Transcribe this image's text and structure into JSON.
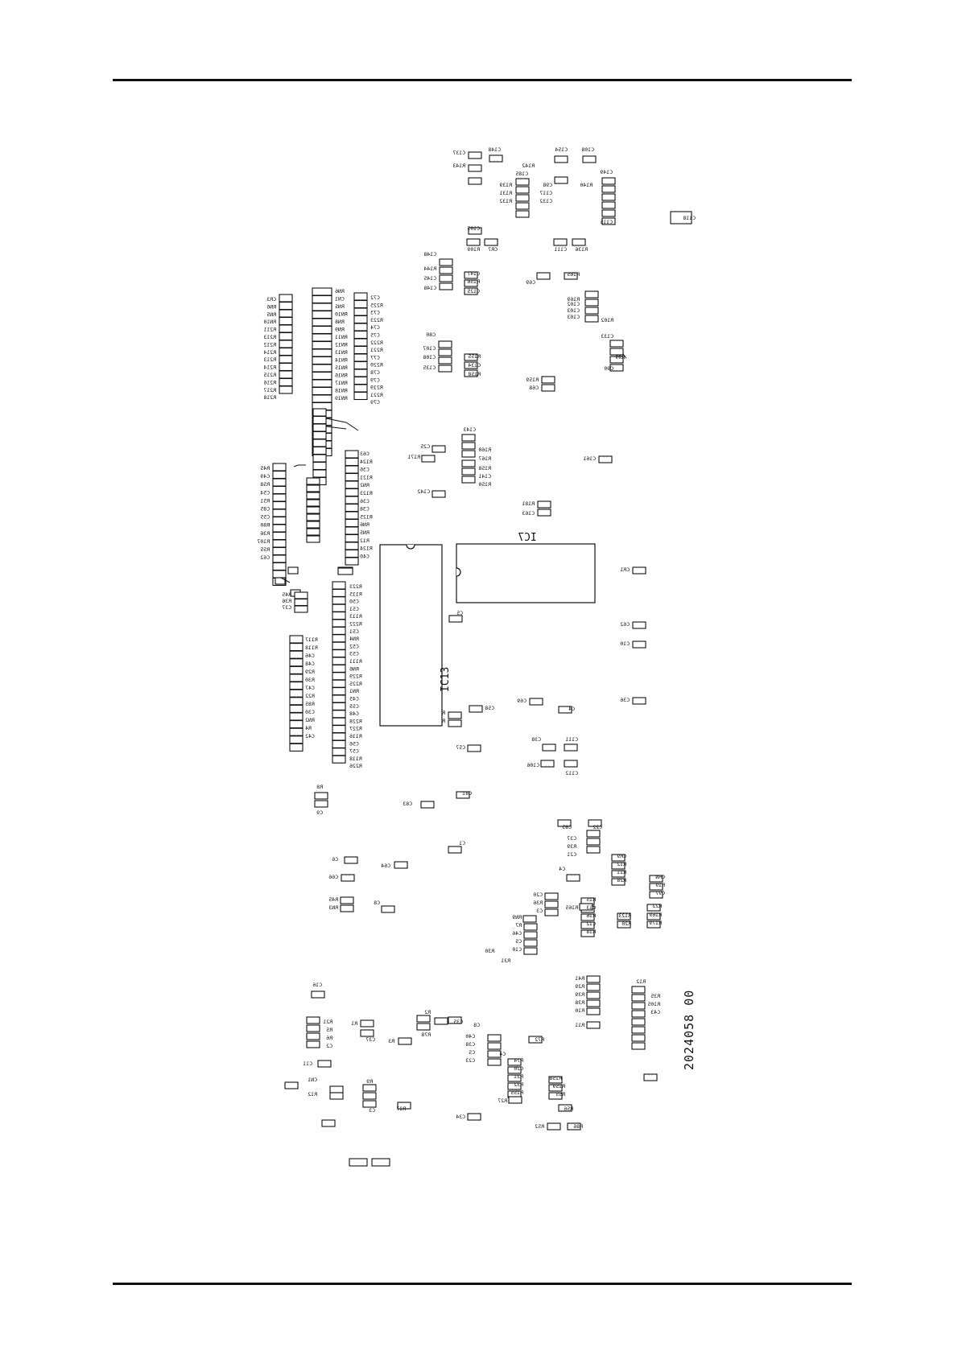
{
  "document": {
    "doc_number": "2024058 00"
  },
  "ic7": {
    "label": "IC7"
  },
  "ic13": {
    "label": "IC13"
  },
  "left_tall_column": [
    "RN6",
    "CN1",
    "RN5",
    "RN10",
    "RN8",
    "RN9",
    "RN11",
    "RN12",
    "RN13",
    "RN14",
    "RN15",
    "RN16",
    "RN17",
    "RN18",
    "RN19"
  ],
  "left_col_labels": [
    "CR3",
    "RN6",
    "RN5",
    "RN10",
    "R211",
    "R213",
    "R212",
    "R214",
    "R213",
    "R214",
    "R215",
    "R216",
    "R217",
    "R218"
  ],
  "mid_col_labels": [
    "C72",
    "R225",
    "C73",
    "R223",
    "C74",
    "C75",
    "R222",
    "R221",
    "C77",
    "R220",
    "C78",
    "C79",
    "R219",
    "R221",
    "C79"
  ],
  "ic13_left_col_labels": [
    "R223",
    "R115",
    "C50",
    "C51",
    "R113",
    "R222",
    "C51",
    "RN4",
    "C52",
    "C53",
    "R111",
    "RN6",
    "R229",
    "R225",
    "RN1",
    "C45",
    "C55",
    "C48",
    "R228",
    "R227",
    "R116",
    "C56",
    "C57",
    "R118",
    "R226"
  ],
  "left_cluster2_labels": [
    "R45",
    "C49",
    "R58",
    "C54",
    "R51",
    "C85",
    "C55",
    "R80",
    "R36",
    "R107",
    "R55",
    "C62"
  ],
  "left_cluster3_labels": [
    "R117",
    "R118",
    "C46",
    "C48",
    "R29",
    "R30",
    "C47",
    "R22",
    "R85",
    "C30",
    "RN2",
    "R4",
    "C42"
  ],
  "top_labels": [
    "C137",
    "C148",
    "C154",
    "C108",
    "R143",
    "R142",
    "C185",
    "C149",
    "R139",
    "R131",
    "R132",
    "C98",
    "C117",
    "C132",
    "R140",
    "C115",
    "C118",
    "C105",
    "R109",
    "CR7",
    "C111",
    "R136",
    "C148",
    "R144",
    "C145",
    "C148",
    "C147",
    "R156",
    "C125",
    "C69",
    "R165",
    "R169",
    "C102",
    "C103",
    "C103",
    "R102",
    "C133",
    "R99",
    "C90",
    "C80",
    "C107",
    "C108",
    "C135",
    "R155",
    "C134",
    "R158",
    "R159",
    "C68",
    "R160",
    "R152",
    "C153"
  ],
  "mid_labels": [
    "C143",
    "C25",
    "R171",
    "R160",
    "R167",
    "R158",
    "C141",
    "R150",
    "C142",
    "R181",
    "C163",
    "C161",
    "CR1",
    "C62",
    "C10",
    "C36",
    "C5",
    "C58",
    "R174",
    "R165",
    "C69",
    "C4",
    "C57",
    "C38",
    "C111",
    "C106",
    "C112"
  ],
  "lower_labels": [
    "R8",
    "C9",
    "C81",
    "C83",
    "C85",
    "C22",
    "C37",
    "R39",
    "C21",
    "C1",
    "C6",
    "C64",
    "C66",
    "R45",
    "RN3",
    "C8",
    "CR9",
    "R12",
    "R11",
    "R28",
    "C4",
    "C20",
    "R36",
    "C3",
    "R15",
    "C13",
    "R16",
    "C12",
    "R18",
    "RN9",
    "CRN",
    "R19",
    "C97",
    "R22",
    "R169",
    "R179",
    "R123",
    "R20",
    "R165",
    "R7",
    "C46",
    "C5",
    "C10",
    "R31",
    "R30"
  ],
  "bottom_labels": [
    "C16",
    "R21",
    "R5",
    "R6",
    "C2",
    "R1",
    "C37",
    "R3",
    "R2",
    "R78",
    "C35",
    "C8",
    "C11",
    "CN1",
    "R12",
    "R9",
    "C3",
    "R17",
    "C34",
    "C40",
    "C38",
    "C5",
    "C23",
    "R72",
    "C4",
    "R74",
    "C20",
    "R31",
    "R32",
    "R155",
    "R158",
    "R159",
    "R55",
    "R56",
    "R27",
    "R52",
    "R86",
    "R41",
    "R29",
    "R39",
    "R38",
    "R10",
    "R11",
    "R12",
    "R35",
    "R105",
    "C43",
    "C4"
  ]
}
